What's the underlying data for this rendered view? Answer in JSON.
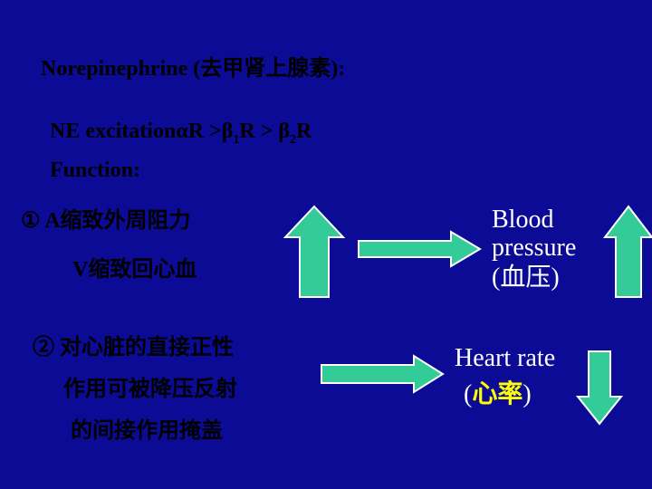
{
  "slide": {
    "title": "Norepinephrine (去甲肾上腺素):",
    "ne_line": {
      "prefix": "NE excitationαR >β",
      "sub1": "1",
      "mid": "R > β",
      "sub2": "2",
      "suffix": "R"
    },
    "function_label": "Function:",
    "item1": {
      "line1": "①  A缩致外周阻力",
      "line2": "V缩致回心血"
    },
    "item2": {
      "line1": "② 对心脏的直接正性",
      "line2": "作用可被降压反射",
      "line3": "的间接作用掩盖"
    },
    "blood_pressure": {
      "line1": "Blood",
      "line2": "pressure",
      "line3": "(血压)"
    },
    "heart_rate": {
      "line1": "Heart rate",
      "open_paren": "(",
      "cn": "心率",
      "close_paren": ")"
    }
  },
  "colors": {
    "background": "#0b0b96",
    "arrow_fill": "#33cc99",
    "arrow_stroke": "#ffffff",
    "text_dark": "#000000",
    "text_light": "#ffffff",
    "text_accent": "#ffff00"
  },
  "icons": {
    "up_arrow_1": "arrow-up-icon",
    "right_arrow_1": "arrow-right-icon",
    "up_arrow_2": "arrow-up-icon",
    "right_arrow_2": "arrow-right-icon",
    "down_arrow": "arrow-down-icon"
  }
}
